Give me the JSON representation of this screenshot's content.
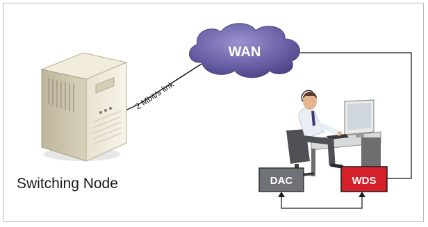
{
  "nodes": {
    "wan": {
      "label": "WAN"
    },
    "switching_node": {
      "label": "Switching Node"
    },
    "dac": {
      "label": "DAC"
    },
    "wds": {
      "label": "WDS"
    }
  },
  "links": {
    "server_to_wan": {
      "label": "2 Mbit/s link"
    }
  },
  "colors": {
    "cloud": "#6b61a7",
    "dac_box": "#6f7378",
    "wds_box": "#d5202a",
    "line": "#1a1a1a"
  }
}
